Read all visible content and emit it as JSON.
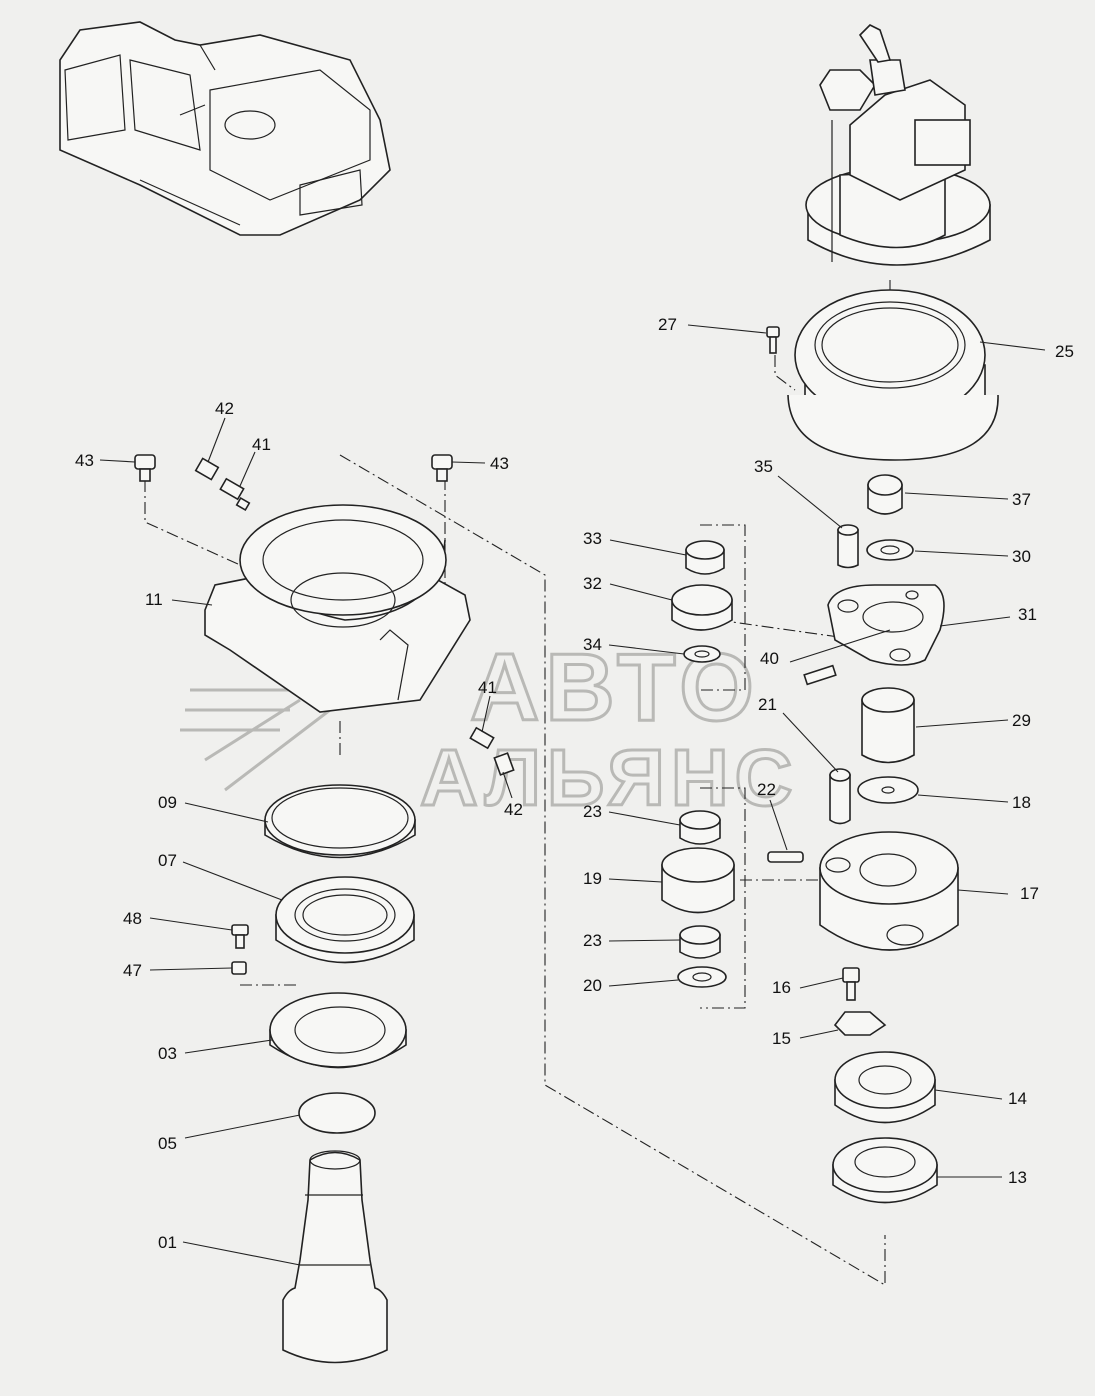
{
  "watermark": {
    "line1": "АВТО",
    "line2": "АЛЬЯНС"
  },
  "callouts": [
    {
      "id": "c01",
      "text": "01"
    },
    {
      "id": "c03",
      "text": "03"
    },
    {
      "id": "c05",
      "text": "05"
    },
    {
      "id": "c07",
      "text": "07"
    },
    {
      "id": "c09",
      "text": "09"
    },
    {
      "id": "c11",
      "text": "11"
    },
    {
      "id": "c13",
      "text": "13"
    },
    {
      "id": "c14",
      "text": "14"
    },
    {
      "id": "c15",
      "text": "15"
    },
    {
      "id": "c16",
      "text": "16"
    },
    {
      "id": "c17",
      "text": "17"
    },
    {
      "id": "c18",
      "text": "18"
    },
    {
      "id": "c19",
      "text": "19"
    },
    {
      "id": "c20",
      "text": "20"
    },
    {
      "id": "c21",
      "text": "21"
    },
    {
      "id": "c22",
      "text": "22"
    },
    {
      "id": "c23a",
      "text": "23"
    },
    {
      "id": "c23b",
      "text": "23"
    },
    {
      "id": "c25",
      "text": "25"
    },
    {
      "id": "c27",
      "text": "27"
    },
    {
      "id": "c29",
      "text": "29"
    },
    {
      "id": "c30",
      "text": "30"
    },
    {
      "id": "c31",
      "text": "31"
    },
    {
      "id": "c32",
      "text": "32"
    },
    {
      "id": "c33",
      "text": "33"
    },
    {
      "id": "c34",
      "text": "34"
    },
    {
      "id": "c35",
      "text": "35"
    },
    {
      "id": "c37",
      "text": "37"
    },
    {
      "id": "c40",
      "text": "40"
    },
    {
      "id": "c41a",
      "text": "41"
    },
    {
      "id": "c41b",
      "text": "41"
    },
    {
      "id": "c42a",
      "text": "42"
    },
    {
      "id": "c42b",
      "text": "42"
    },
    {
      "id": "c43a",
      "text": "43"
    },
    {
      "id": "c43b",
      "text": "43"
    },
    {
      "id": "c47",
      "text": "47"
    },
    {
      "id": "c48",
      "text": "48"
    }
  ]
}
